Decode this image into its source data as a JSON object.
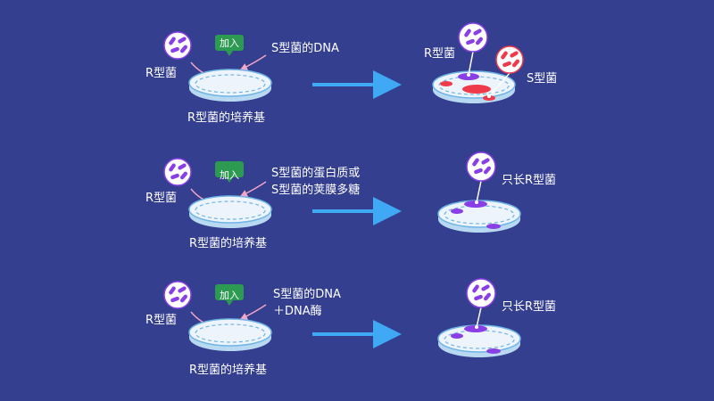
{
  "colors": {
    "background": "#343f8f",
    "dish_fill": "#eef4fb",
    "dish_rim": "#6fb5e6",
    "badge_green": "#2d9a52",
    "arrow_blue": "#3fa9f5",
    "small_arrow_pink": "#f4a6c6",
    "r_colony": "#8a3fe6",
    "s_colony": "#ee3a4a"
  },
  "icons": {
    "r_bacteria": "purple-rod-bacteria-icon",
    "s_bacteria": "red-rod-bacteria-icon",
    "add_badge": "green-map-pin-badge"
  },
  "rows": [
    {
      "bacteria_label": "R型菌",
      "add_badge": "加入",
      "added_substance": [
        "S型菌的DNA"
      ],
      "medium_label": "R型菌的培养基",
      "result_left_label": "R型菌",
      "result_right_label": "S型菌"
    },
    {
      "bacteria_label": "R型菌",
      "add_badge": "加入",
      "added_substance": [
        "S型菌的蛋白质或",
        "S型菌的荚膜多糖"
      ],
      "medium_label": "R型菌的培养基",
      "result_label": "只长R型菌"
    },
    {
      "bacteria_label": "R型菌",
      "add_badge": "加入",
      "added_substance": [
        "S型菌的DNA",
        "＋DNA酶"
      ],
      "medium_label": "R型菌的培养基",
      "result_label": "只长R型菌"
    }
  ]
}
